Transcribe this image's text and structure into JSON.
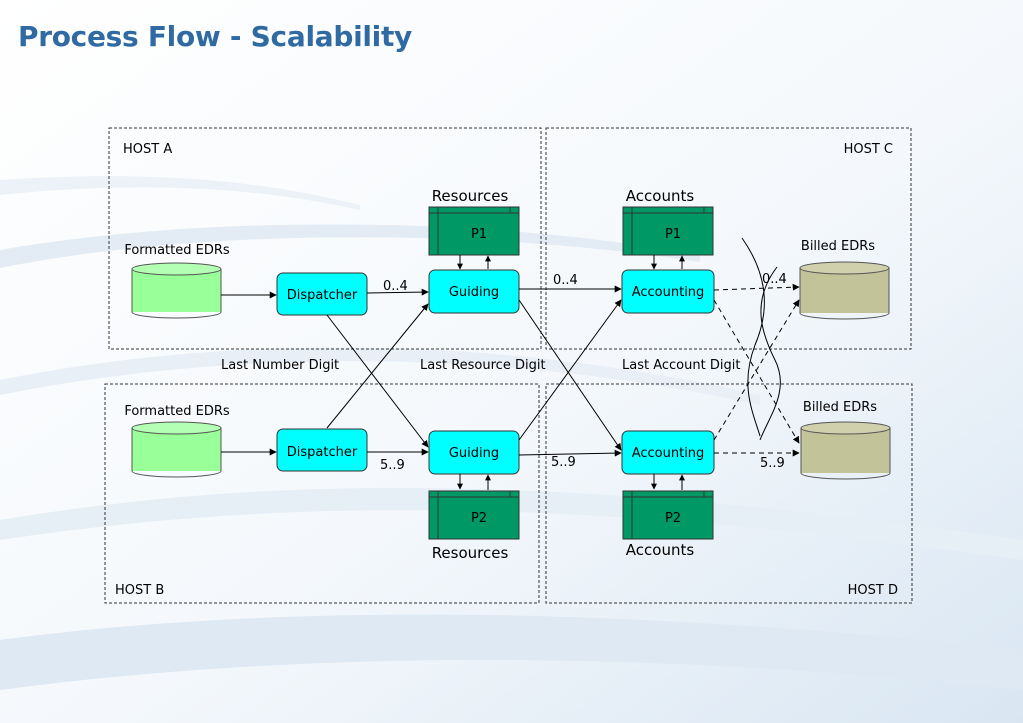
{
  "title": "Process Flow - Scalability",
  "colors": {
    "title": "#2f6aa3",
    "process_box": "#00ffff",
    "formatted_db": "#99ff99",
    "billed_db": "#c3c399",
    "partition": "#009966"
  },
  "hosts": {
    "a": "HOST A",
    "b": "HOST B",
    "c": "HOST C",
    "d": "HOST D"
  },
  "stores": {
    "formatted_top": "Formatted EDRs",
    "formatted_bottom": "Formatted EDRs",
    "billed_top": "Billed EDRs",
    "billed_bottom": "Billed EDRs"
  },
  "processes": {
    "dispatcher_top": "Dispatcher",
    "dispatcher_bottom": "Dispatcher",
    "guiding_top": "Guiding",
    "guiding_bottom": "Guiding",
    "accounting_top": "Accounting",
    "accounting_bottom": "Accounting"
  },
  "partitions": {
    "resources_top_title": "Resources",
    "resources_top": "P1",
    "resources_bottom_title": "Resources",
    "resources_bottom": "P2",
    "accounts_top_title": "Accounts",
    "accounts_top": "P1",
    "accounts_bottom_title": "Accounts",
    "accounts_bottom": "P2"
  },
  "ranges": {
    "disp_guid_top": "0..4",
    "disp_guid_bottom": "5..9",
    "guid_acct_top": "0..4",
    "guid_acct_bottom": "5..9",
    "acct_billed_top": "0..4",
    "acct_billed_bottom": "5..9"
  },
  "notes": {
    "last_number_digit": "Last Number Digit",
    "last_resource_digit": "Last Resource Digit",
    "last_account_digit": "Last Account Digit"
  }
}
